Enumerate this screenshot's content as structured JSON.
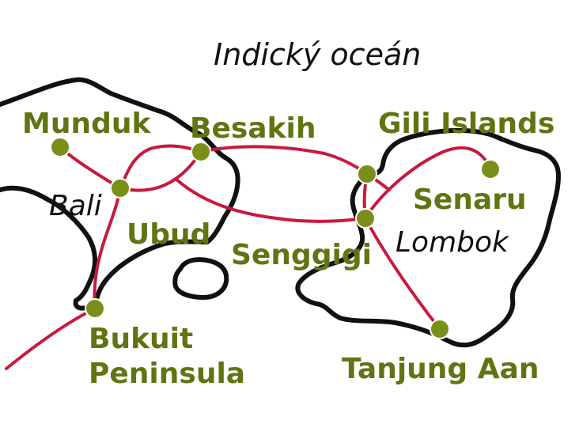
{
  "map": {
    "ocean_label": "Indický oceán",
    "islands": {
      "bali": "Bali",
      "lombok": "Lombok"
    },
    "places": {
      "munduk": "Munduk",
      "besakih": "Besakih",
      "ubud": "Ubud",
      "bukuit_line1": "Bukuit",
      "bukuit_line2": "Peninsula",
      "gili": "Gili Islands",
      "senaru": "Senaru",
      "senggigi": "Senggigi",
      "tanjung": "Tanjung Aan"
    },
    "colors": {
      "route": "#c8193f",
      "stop": "#7a8f1a",
      "label": "#5f7512",
      "coast": "#111111"
    }
  }
}
